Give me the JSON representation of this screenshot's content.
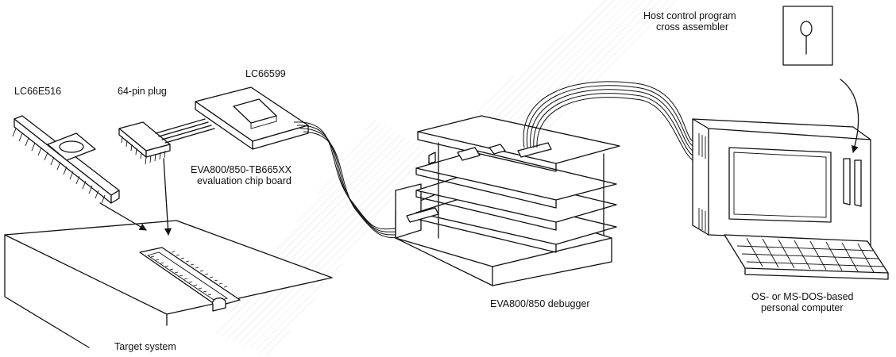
{
  "labels": {
    "lc66e516": "LC66E516",
    "plug_64pin": "64-pin plug",
    "lc66599": "LC66599",
    "eval_board_line1": "EVA800/850-TB665XX",
    "eval_board_line2": "evaluation chip board",
    "target_system": "Target system",
    "debugger": "EVA800/850 debugger",
    "host_line1": "Host control program",
    "host_line2": "cross assembler",
    "pc_line1": "OS- or MS-DOS-based",
    "pc_line2": "personal computer"
  }
}
